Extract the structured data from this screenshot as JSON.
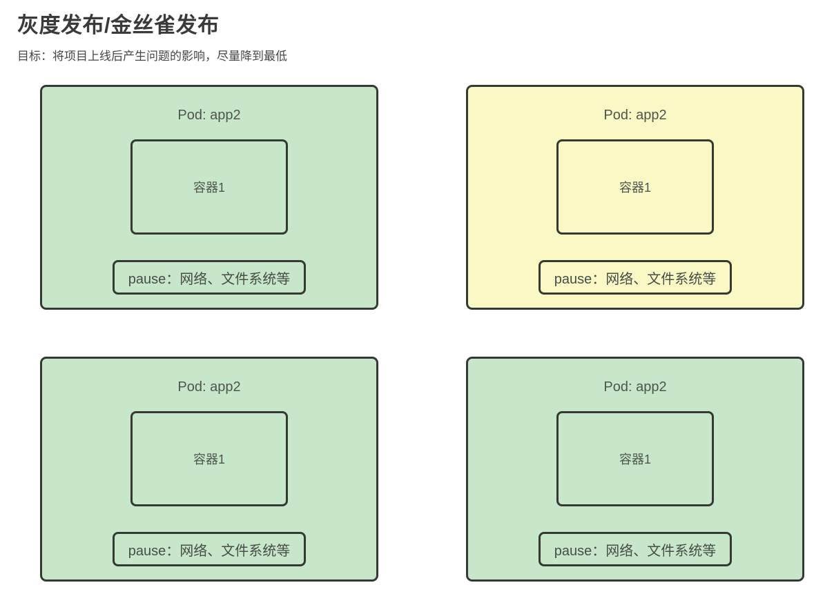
{
  "page": {
    "title": "灰度发布/金丝雀发布",
    "subtitle": "目标：将项目上线后产生问题的影响，尽量降到最低"
  },
  "colors": {
    "pod_green_fill": "#c8e6c9",
    "pod_yellow_fill": "#faf8c5",
    "box_border": "#333a33",
    "label_text": "#4e554e"
  },
  "pods": [
    {
      "id": "pod-top-left",
      "variant": "green",
      "title": "Pod: app2",
      "container_label": "容器1",
      "pause_label": "pause：网络、文件系统等"
    },
    {
      "id": "pod-top-right",
      "variant": "yellow",
      "title": "Pod: app2",
      "container_label": "容器1",
      "pause_label": "pause：网络、文件系统等"
    },
    {
      "id": "pod-bottom-left",
      "variant": "green",
      "title": "Pod: app2",
      "container_label": "容器1",
      "pause_label": "pause：网络、文件系统等"
    },
    {
      "id": "pod-bottom-right",
      "variant": "green",
      "title": "Pod: app2",
      "container_label": "容器1",
      "pause_label": "pause：网络、文件系统等"
    }
  ]
}
